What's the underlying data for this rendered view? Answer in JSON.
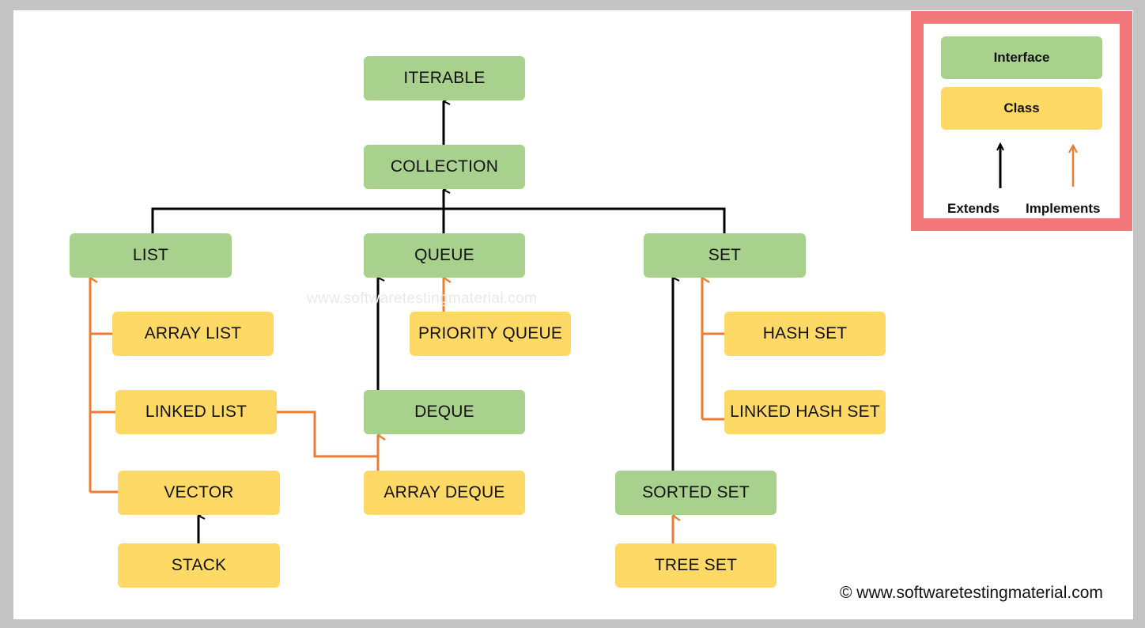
{
  "nodes": {
    "iterable": "ITERABLE",
    "collection": "COLLECTION",
    "list": "LIST",
    "queue": "QUEUE",
    "set": "SET",
    "array_list": "ARRAY LIST",
    "priority_queue": "PRIORITY QUEUE",
    "hash_set": "HASH SET",
    "linked_list": "LINKED LIST",
    "deque": "DEQUE",
    "linked_hash_set": "LINKED HASH SET",
    "vector": "VECTOR",
    "array_deque": "ARRAY DEQUE",
    "sorted_set": "SORTED SET",
    "stack": "STACK",
    "tree_set": "TREE SET"
  },
  "legend": {
    "interface": "Interface",
    "class": "Class",
    "extends": "Extends",
    "implements": "Implements"
  },
  "colors": {
    "interface": "#a9d18e",
    "class": "#ffd966",
    "extends_arrow": "#000000",
    "implements_arrow": "#ed7d31",
    "legend_border": "#f4777a"
  },
  "watermark": "www.softwaretestingmaterial.com",
  "copyright": "© www.softwaretestingmaterial.com"
}
